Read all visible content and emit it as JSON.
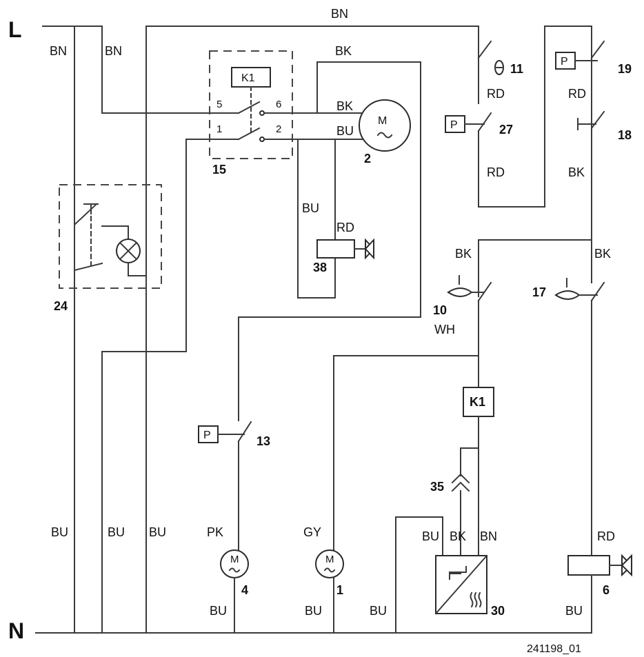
{
  "rails": {
    "line": "L",
    "neutral": "N"
  },
  "wire_labels": {
    "top_bn": "BN",
    "bn_left1": "BN",
    "bn_left2": "BN",
    "bk_top": "BK",
    "bk_motor": "BK",
    "bu_motor": "BU",
    "bu_mid": "BU",
    "rd_valve38": "RD",
    "rd_11": "RD",
    "rd_27": "RD",
    "rd_19": "RD",
    "bk_18": "BK",
    "bk_left": "BK",
    "bk_right": "BK",
    "wh": "WH",
    "bu_b1": "BU",
    "bu_b2": "BU",
    "bu_b3": "BU",
    "pk": "PK",
    "gy": "GY",
    "bu_30": "BU",
    "bk_30": "BK",
    "bn_30": "BN",
    "rd_6": "RD",
    "bu_m4": "BU",
    "bu_m1": "BU",
    "bu_bottom": "BU",
    "bu_6": "BU"
  },
  "components": {
    "c2": "2",
    "c15": "15",
    "c24": "24",
    "c38": "38",
    "c11": "11",
    "c27": "27",
    "c19": "19",
    "c18": "18",
    "c10": "10",
    "c17": "17",
    "c13": "13",
    "c35": "35",
    "c4": "4",
    "c1": "1",
    "c30": "30",
    "c6": "6"
  },
  "relay": {
    "label": "K1",
    "coil_label": "K1",
    "contact_5": "5",
    "contact_6": "6",
    "contact_1": "1",
    "contact_2": "2"
  },
  "symbols": {
    "motor": "M",
    "pressure": "P"
  },
  "reference": "241198_01"
}
